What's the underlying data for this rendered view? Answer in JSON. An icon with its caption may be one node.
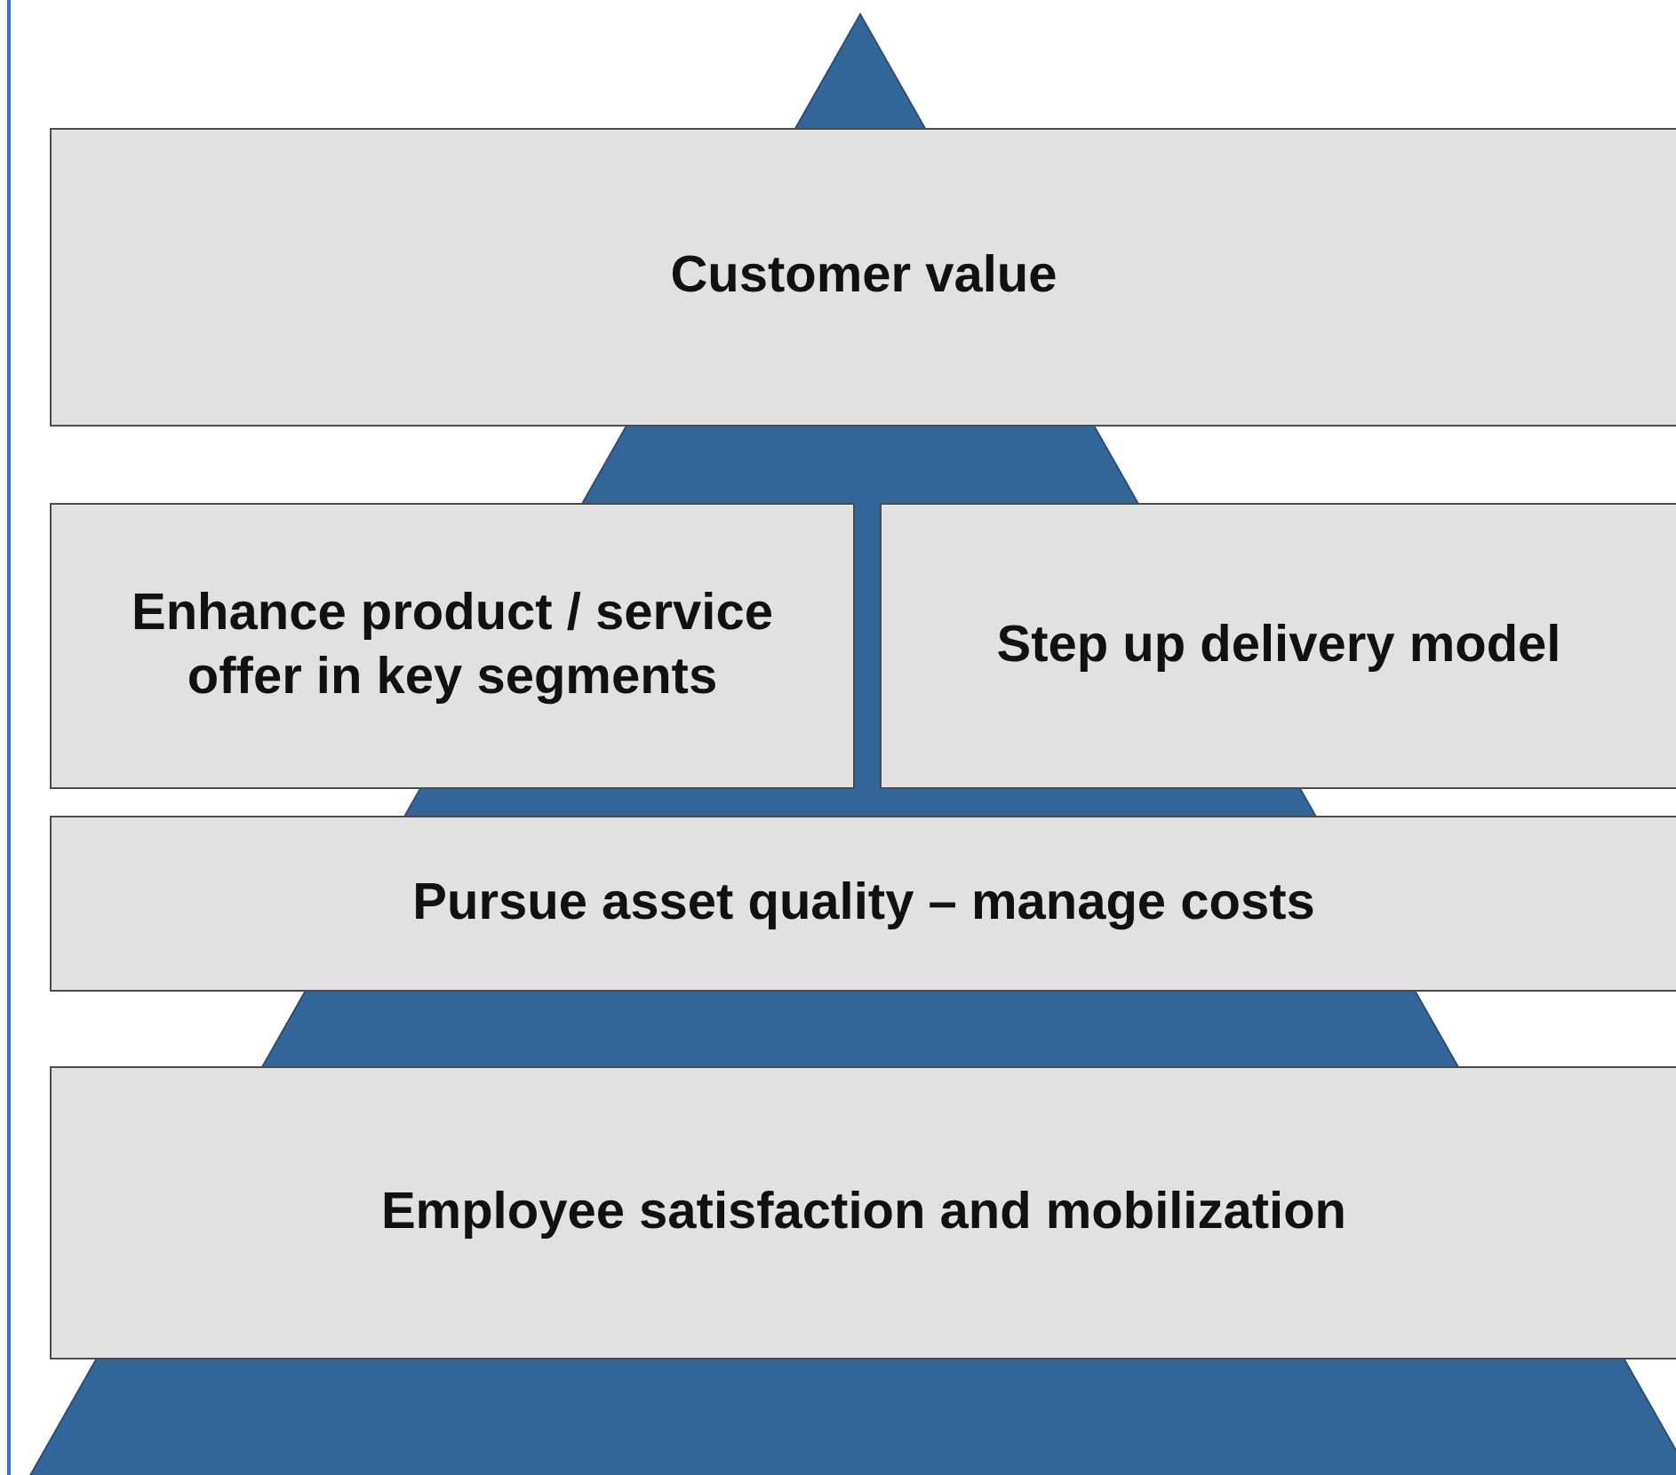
{
  "diagram": {
    "nodes": [
      {
        "text": [
          "Customer value"
        ]
      },
      {
        "text": [
          "Enhance product / service offer in key segments"
        ]
      },
      {
        "text": [
          "Step up delivery model"
        ]
      },
      {
        "text": [
          "Pursue asset quality – manage costs"
        ]
      },
      {
        "text": [
          "Employee satisfaction and mobilization"
        ]
      }
    ]
  }
}
